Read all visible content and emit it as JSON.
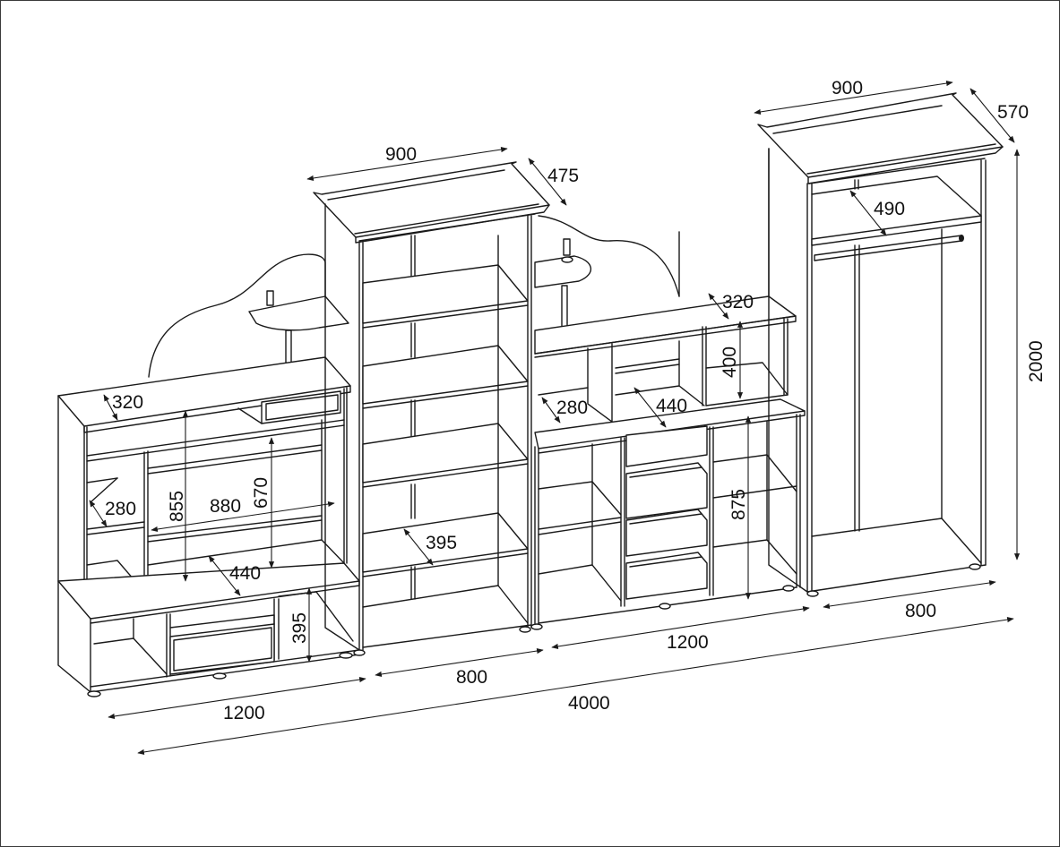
{
  "diagram": {
    "subject": "modular wall unit furniture set",
    "line_color": "#1a1a1a",
    "background": "#ffffff",
    "units": "mm",
    "labels": {
      "tv_unit_depth_top": "320",
      "tv_unit_side_shelf_depth": "280",
      "tv_unit_height_855": "855",
      "tv_unit_niche_width": "880",
      "tv_unit_niche_height": "670",
      "tv_unit_niche_depth": "440",
      "tv_unit_base_height": "395",
      "tv_unit_width": "1200",
      "bookcase_top_width": "900",
      "bookcase_top_depth": "475",
      "bookcase_shelf_depth": "395",
      "bookcase_width": "800",
      "chest_top_depth": "320",
      "chest_upper_height": "400",
      "chest_side_shelf_depth": "280",
      "chest_niche_depth": "440",
      "chest_lower_height": "875",
      "chest_width": "1200",
      "wardrobe_top_width": "900",
      "wardrobe_top_depth": "570",
      "wardrobe_shelf_depth": "490",
      "wardrobe_height": "2000",
      "wardrobe_width": "800",
      "total_width": "4000"
    }
  }
}
